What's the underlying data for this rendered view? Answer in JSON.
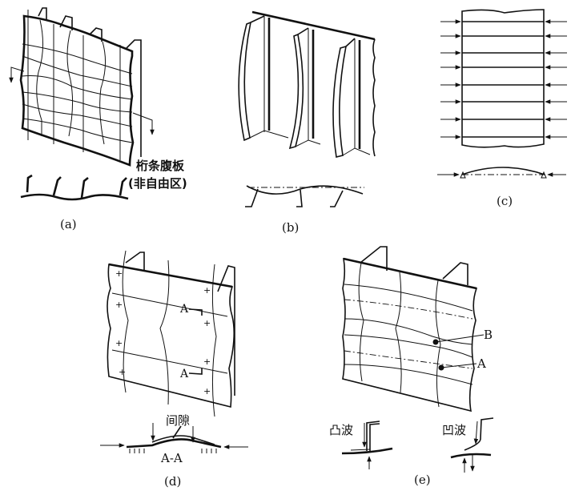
{
  "panels": {
    "a": {
      "caption": "(a)",
      "label_line1": "桁条腹板",
      "label_line2": "(非自由区)"
    },
    "b": {
      "caption": "(b)"
    },
    "c": {
      "caption": "(c)"
    },
    "d": {
      "caption": "(d)",
      "section_marker_top": "A",
      "section_marker_bottom": "A",
      "gap_label": "间隙",
      "section_label": "A-A"
    },
    "e": {
      "caption": "(e)",
      "point_b": "B",
      "point_a": "A",
      "convex_label": "凸波",
      "concave_label": "凹波"
    }
  }
}
